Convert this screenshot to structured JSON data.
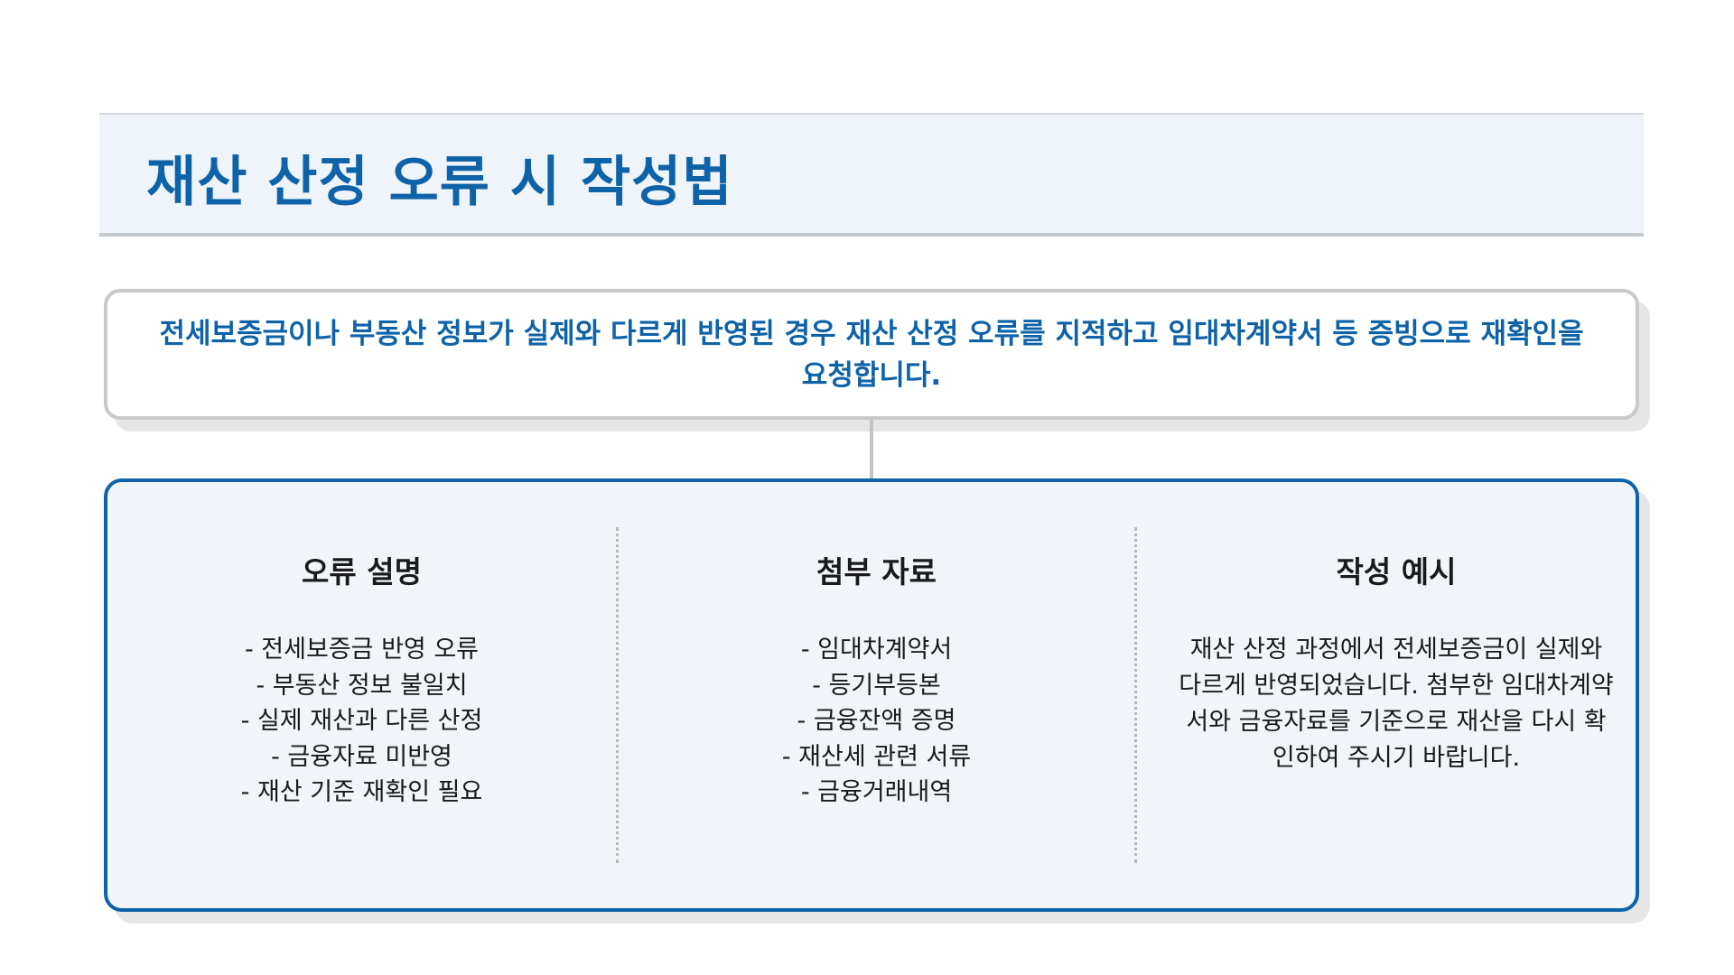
{
  "title": "재산 산정 오류 시 작성법",
  "summary": "전세보증금이나 부동산 정보가 실제와 다르게 반영된 경우 재산 산정 오류를 지적하고 임대차계약서 등 증빙으로 재확인을 요청합니다.",
  "columns": [
    {
      "heading": "오류 설명",
      "items": [
        "- 전세보증금 반영 오류",
        "- 부동산 정보 불일치",
        "- 실제 재산과 다른 산정",
        "- 금융자료 미반영",
        "- 재산 기준 재확인 필요"
      ]
    },
    {
      "heading": "첨부 자료",
      "items": [
        "- 임대차계약서",
        "- 등기부등본",
        "- 금융잔액 증명",
        "- 재산세 관련 서류",
        "- 금융거래내역"
      ]
    },
    {
      "heading": "작성 예시",
      "body": "재산 산정 과정에서 전세보증금이 실제와 다르게 반영되었습니다. 첨부한 임대차계약서와 금융자료를 기준으로 재산을 다시 확인하여 주시기 바랍니다."
    }
  ],
  "colors": {
    "accent": "#0e63a8",
    "title_band": "#eef4f9",
    "panel_bg": "#f1f5f9",
    "border_gray": "#c9c9c9",
    "text": "#1a1a1a"
  }
}
